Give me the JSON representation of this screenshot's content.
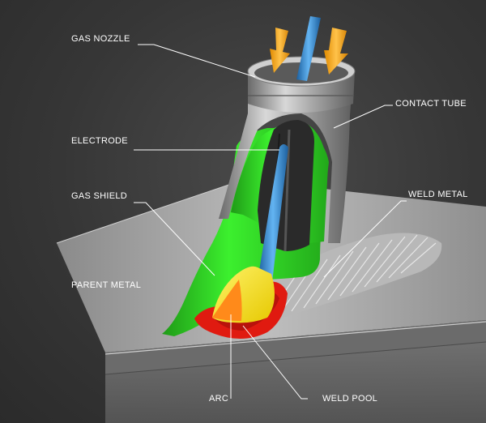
{
  "labels": {
    "gas_nozzle": "GAS NOZZLE",
    "contact_tube": "CONTACT TUBE",
    "electrode": "ELECTRODE",
    "gas_shield": "GAS SHIELD",
    "weld_metal": "WELD METAL",
    "parent_metal": "PARENT METAL",
    "arc": "ARC",
    "weld_pool": "WELD POOL"
  },
  "colors": {
    "background": "#3a3a3a",
    "gas_flow_arrow": "#f5a623",
    "electrode_wire": "#3a8fd6",
    "gas_shield": "#36e02a",
    "arc": "#f2e600",
    "weld_pool": "#e21a10",
    "metal": "#9a9a9a"
  },
  "icons": {
    "gas_flow": "down-arrow-icon"
  }
}
